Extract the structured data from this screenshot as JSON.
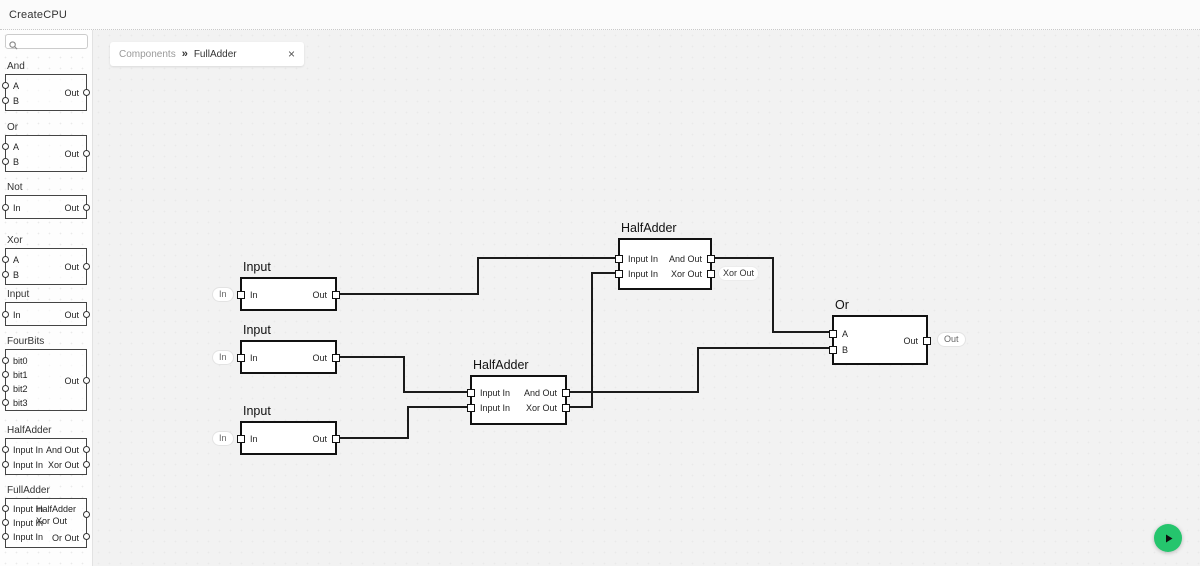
{
  "app": {
    "title": "CreateCPU"
  },
  "colors": {
    "accent_green": "#25C56D",
    "wire": "#1a1a1a",
    "canvas_bg": "#f2f2f2"
  },
  "icons": {
    "search": "search-icon",
    "close": "close-icon",
    "run": "play-icon"
  },
  "sidebar": {
    "search": {
      "placeholder": ""
    },
    "items": [
      {
        "label": "And",
        "inputs": [
          "A",
          "B"
        ],
        "outputs": [
          "Out"
        ]
      },
      {
        "label": "Or",
        "inputs": [
          "A",
          "B"
        ],
        "outputs": [
          "Out"
        ]
      },
      {
        "label": "Not",
        "inputs": [
          "In"
        ],
        "outputs": [
          "Out"
        ]
      },
      {
        "label": "Xor",
        "inputs": [
          "A",
          "B"
        ],
        "outputs": [
          "Out"
        ]
      },
      {
        "label": "Input",
        "inputs": [
          "In"
        ],
        "outputs": [
          "Out"
        ]
      },
      {
        "label": "FourBits",
        "inputs": [
          "bit0",
          "bit1",
          "bit2",
          "bit3"
        ],
        "outputs": [
          "Out"
        ]
      },
      {
        "label": "HalfAdder",
        "inputs": [
          "Input In",
          "Input In"
        ],
        "outputs": [
          "And Out",
          "Xor Out"
        ]
      },
      {
        "label": "FullAdder",
        "inputs": [
          "Input In",
          "Input In",
          "Input In"
        ],
        "outputs": [
          "HalfAdder Xor Out",
          "Or Out"
        ]
      }
    ]
  },
  "tabbar": {
    "breadcrumb_root": "Components",
    "separator": "»",
    "active_tab": "FullAdder",
    "close": "×"
  },
  "canvas": {
    "nodes": {
      "input_top": {
        "title": "Input",
        "in": "In",
        "out": "Out",
        "ext_in": "In"
      },
      "input_mid": {
        "title": "Input",
        "in": "In",
        "out": "Out",
        "ext_in": "In"
      },
      "input_bot": {
        "title": "Input",
        "in": "In",
        "out": "Out",
        "ext_in": "In"
      },
      "halfadder_top": {
        "title": "HalfAdder",
        "in1": "Input In",
        "in2": "Input In",
        "out1": "And Out",
        "out2": "Xor Out",
        "ext_out": "Xor Out"
      },
      "halfadder_mid": {
        "title": "HalfAdder",
        "in1": "Input In",
        "in2": "Input In",
        "out1": "And Out",
        "out2": "Xor Out"
      },
      "or_gate": {
        "title": "Or",
        "in1": "A",
        "in2": "B",
        "out": "Out",
        "ext_out": "Out"
      }
    },
    "connections": [
      {
        "from": "input_top.Out",
        "to": "halfadder_top.Input In (1)"
      },
      {
        "from": "input_mid.Out",
        "to": "halfadder_mid.Input In (1)"
      },
      {
        "from": "input_bot.Out",
        "to": "halfadder_mid.Input In (2)"
      },
      {
        "from": "halfadder_mid.Xor Out",
        "to": "halfadder_top.Input In (2)"
      },
      {
        "from": "halfadder_mid.And Out",
        "to": "or_gate.B"
      },
      {
        "from": "halfadder_top.And Out",
        "to": "or_gate.A"
      }
    ]
  }
}
